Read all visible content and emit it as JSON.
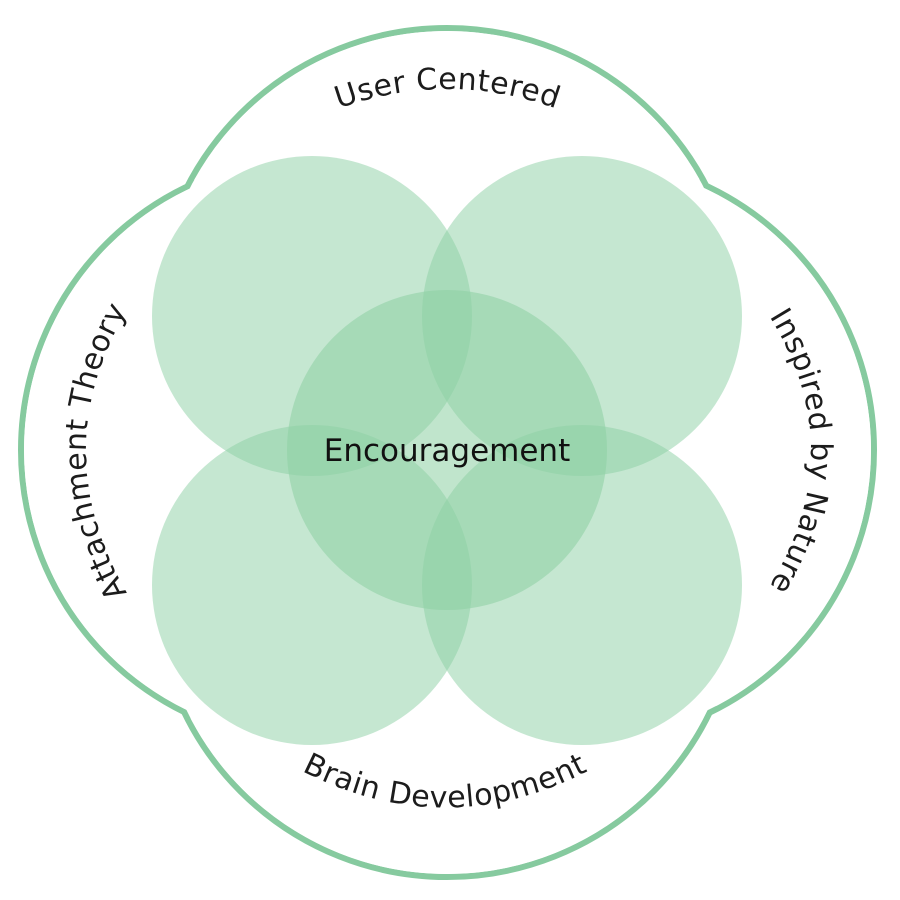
{
  "diagram": {
    "center_label": "Encouragement",
    "petals": [
      {
        "label": "User Centered"
      },
      {
        "label": "Inspired by Nature"
      },
      {
        "label": "Brain Development"
      },
      {
        "label": "Attachment Theory"
      }
    ]
  },
  "colors": {
    "outline": "#86ca9f",
    "petal_fill": "#8ccfa3",
    "text": "#1c1c1c",
    "background": "#ffffff"
  }
}
